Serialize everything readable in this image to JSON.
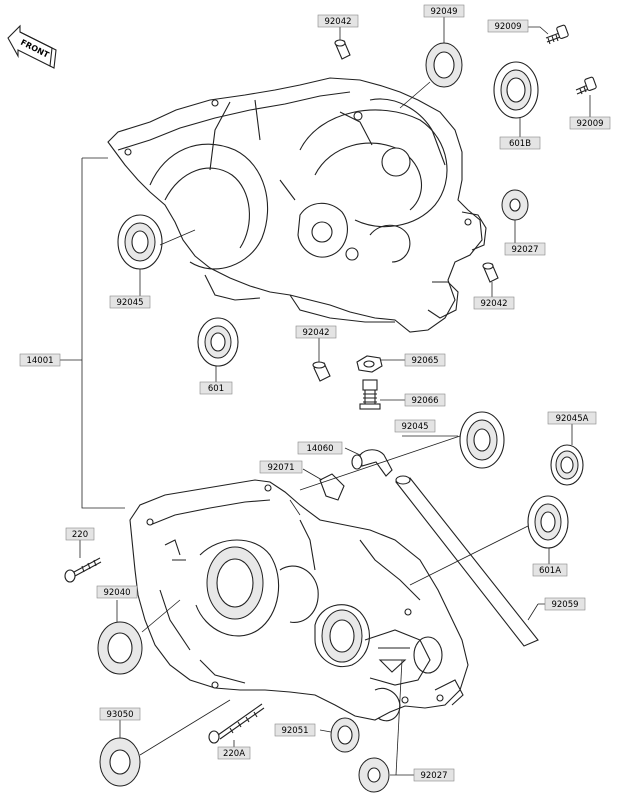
{
  "diagram": {
    "front_label": "FRONT",
    "callouts": [
      {
        "id": "c92042a",
        "text": "92042"
      },
      {
        "id": "c92049",
        "text": "92049"
      },
      {
        "id": "c92009a",
        "text": "92009"
      },
      {
        "id": "c92009b",
        "text": "92009"
      },
      {
        "id": "c601b",
        "text": "601B"
      },
      {
        "id": "c92027a",
        "text": "92027"
      },
      {
        "id": "c92042b",
        "text": "92042"
      },
      {
        "id": "c92045a",
        "text": "92045"
      },
      {
        "id": "c14001",
        "text": "14001"
      },
      {
        "id": "c601",
        "text": "601"
      },
      {
        "id": "c92042c",
        "text": "92042"
      },
      {
        "id": "c92065",
        "text": "92065"
      },
      {
        "id": "c92066",
        "text": "92066"
      },
      {
        "id": "c92045b",
        "text": "92045"
      },
      {
        "id": "c92045A",
        "text": "92045A"
      },
      {
        "id": "c14060",
        "text": "14060"
      },
      {
        "id": "c92071",
        "text": "92071"
      },
      {
        "id": "c220",
        "text": "220"
      },
      {
        "id": "c92040",
        "text": "92040"
      },
      {
        "id": "c601A",
        "text": "601A"
      },
      {
        "id": "c92059",
        "text": "92059"
      },
      {
        "id": "c93050",
        "text": "93050"
      },
      {
        "id": "c220A",
        "text": "220A"
      },
      {
        "id": "c92051",
        "text": "92051"
      },
      {
        "id": "c92027b",
        "text": "92027"
      }
    ]
  }
}
